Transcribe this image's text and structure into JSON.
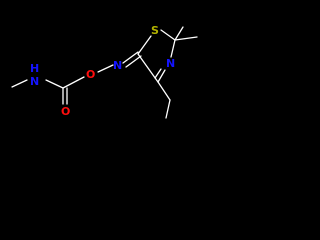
{
  "molecule": {
    "atoms": {
      "nitrogen_methylamine": {
        "label": "N",
        "hydrogen": "H",
        "color": "#1414ff"
      },
      "oxygen_ether": {
        "label": "O",
        "color": "#ff0d0d"
      },
      "oxygen_carbonyl": {
        "label": "O",
        "color": "#ff0d0d"
      },
      "nitrogen_oxime": {
        "label": "N",
        "color": "#1414ff"
      },
      "sulfur_ring": {
        "label": "S",
        "color": "#b2b200"
      },
      "nitrogen_ring": {
        "label": "N",
        "color": "#1414ff"
      }
    },
    "bond_color": "#ffffff",
    "background_color": "#000000"
  }
}
